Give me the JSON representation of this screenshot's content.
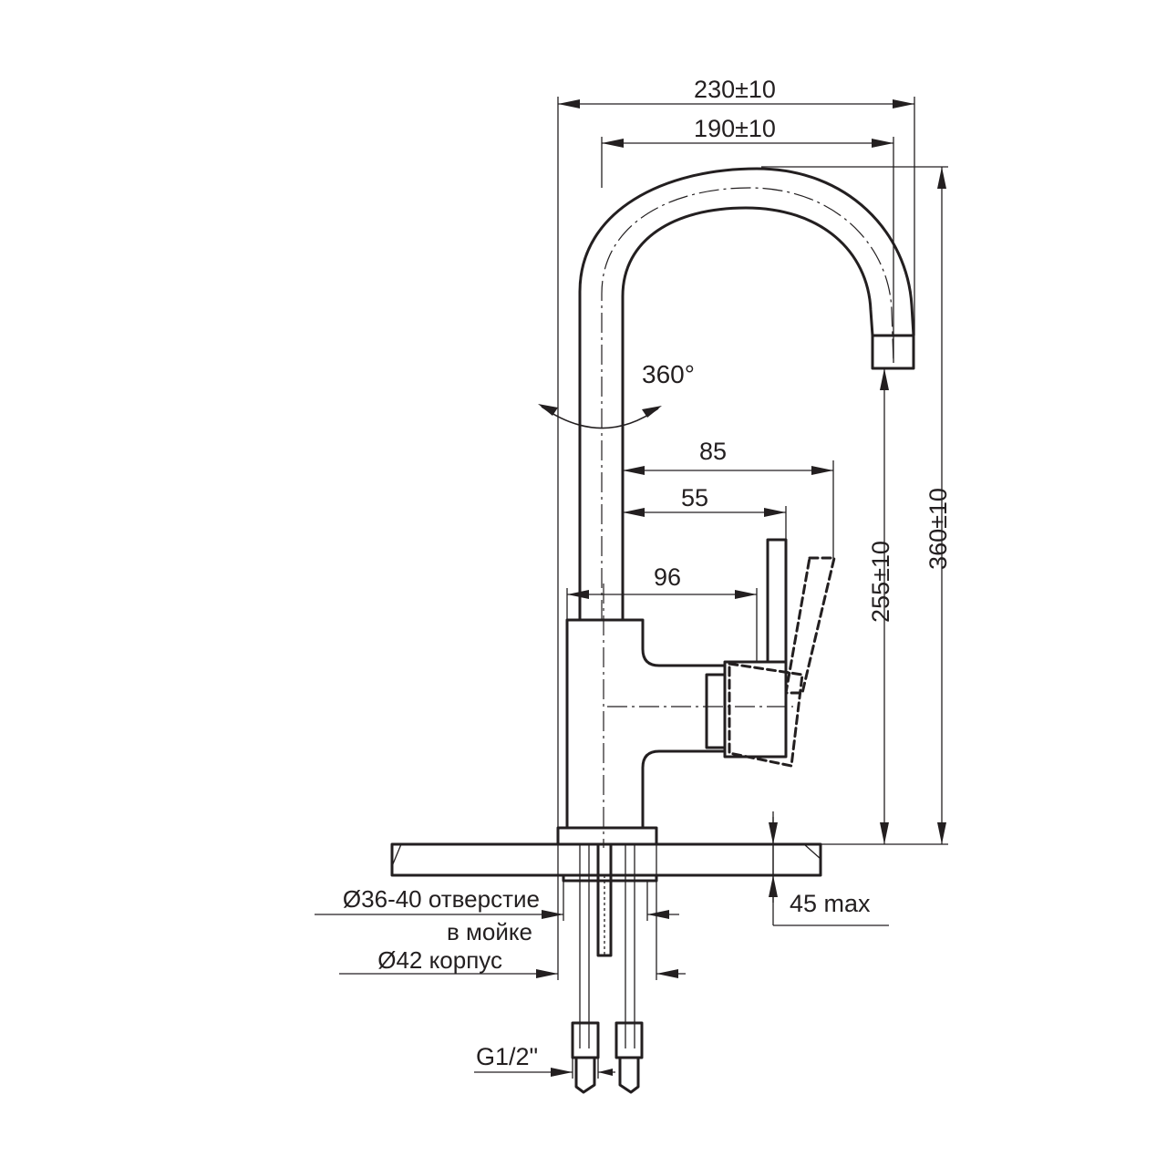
{
  "dimensions": {
    "overall_width": "230±10",
    "spout_reach": "190±10",
    "overall_height": "360±10",
    "spout_clearance": "255±10",
    "handle_reach": "85",
    "lever_reach": "55",
    "body_to_lever": "96",
    "max_countertop": "45 max",
    "hose_thread": "G1/2\""
  },
  "rotation": {
    "label": "360°"
  },
  "annotations": {
    "hole_line1": "Ø36-40 отверстие",
    "hole_line2": "в мойке",
    "body_diameter": "Ø42 корпус"
  }
}
